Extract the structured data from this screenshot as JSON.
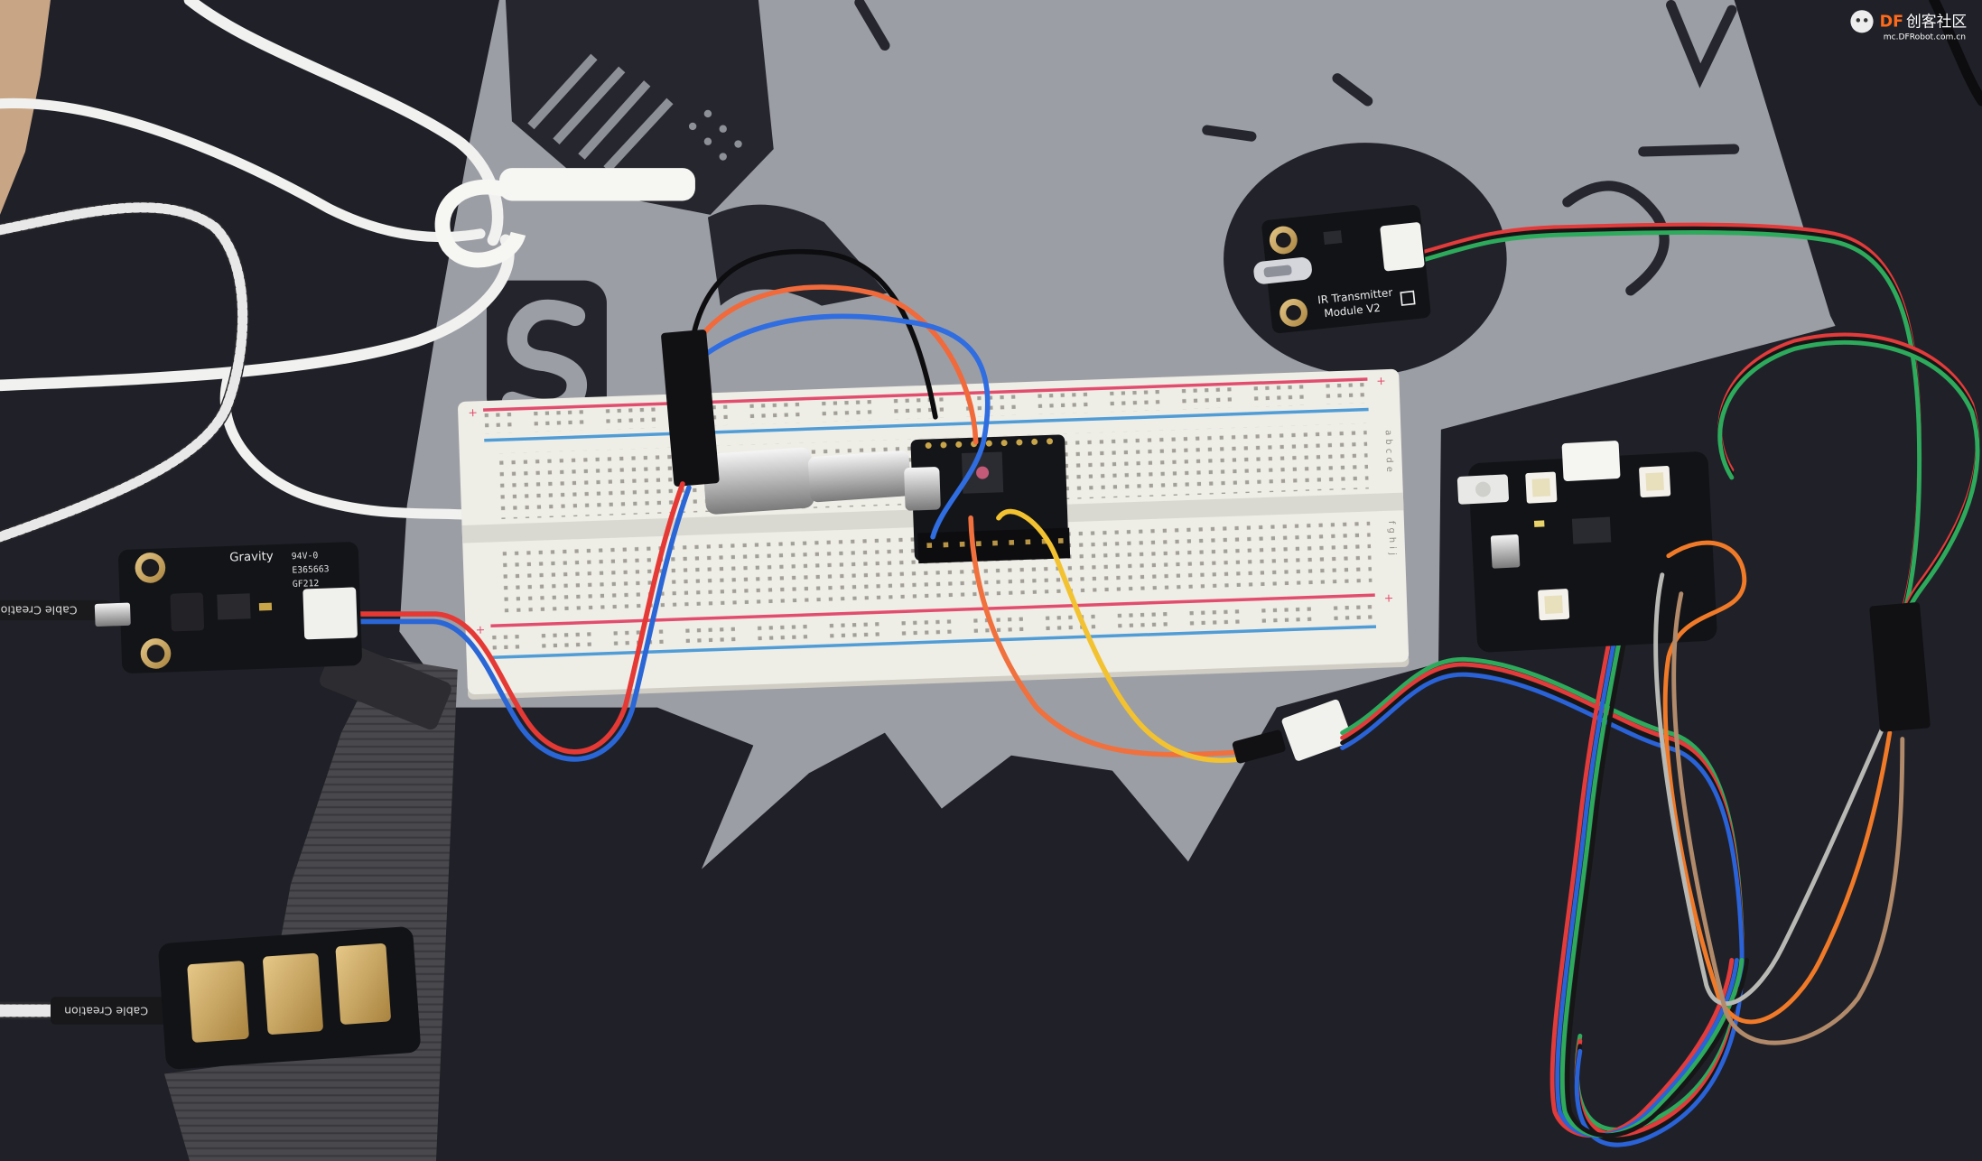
{
  "watermark": {
    "brand_prefix": "DF",
    "brand_name": "创客社区",
    "url": "mc.DFRobot.com.cn"
  },
  "gravity_module": {
    "brand": "Gravity",
    "rating": "94V-0",
    "code": "E365663",
    "model": "GF212"
  },
  "ir_module": {
    "title_line1": "IR Transmitter",
    "title_line2": "Module V2"
  },
  "cables": {
    "top_label": "Cable Creation",
    "bottom_label": "Cable Creation"
  },
  "breadboard": {
    "rail_symbol": "+",
    "rows_upper": "abcde",
    "rows_lower": "fghij"
  },
  "colors": {
    "mat": "#202128",
    "mat_print": "#9c9ea5",
    "breadboard": "#eeede6",
    "rail_red": "#e24d6e",
    "rail_blue": "#4f9cd6"
  }
}
